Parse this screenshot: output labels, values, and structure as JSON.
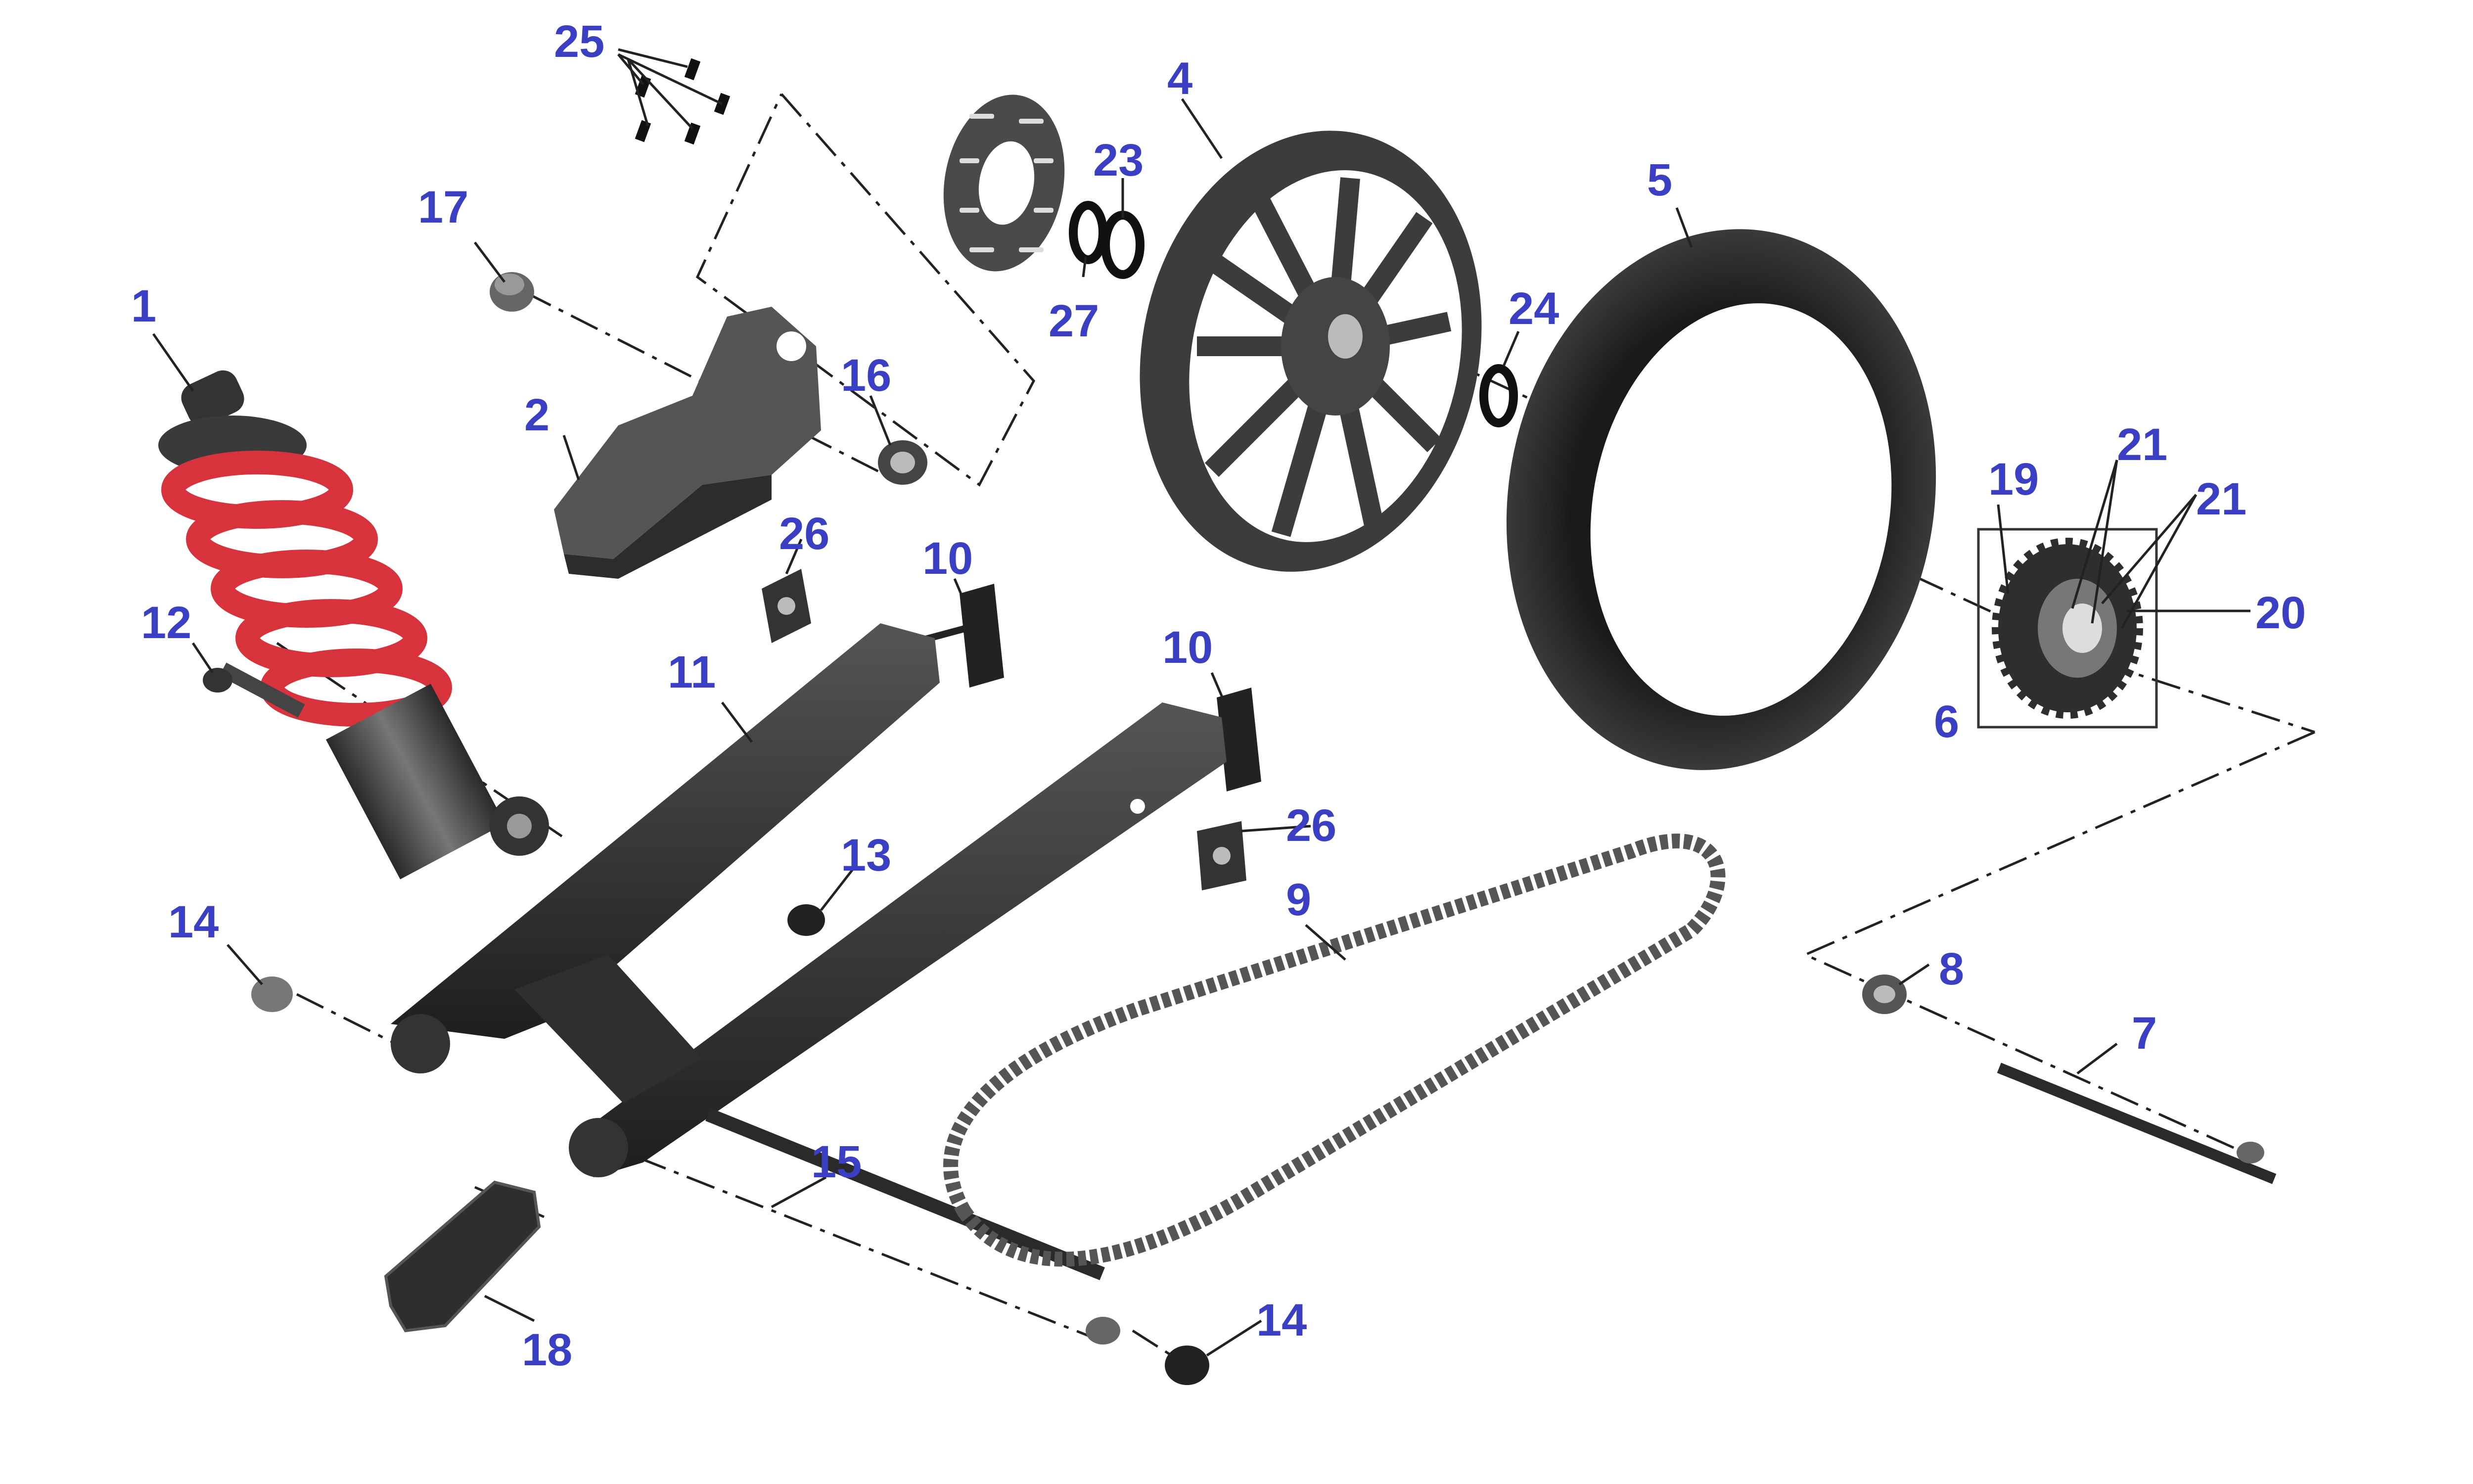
{
  "colors": {
    "callout": "#3b3fc4",
    "part_dark": "#2a2a2a",
    "part_mid": "#4a4a4a",
    "part_light": "#6a6a6a",
    "spring": "#d8323c",
    "leader": "#222222",
    "background": "#ffffff"
  },
  "callouts": [
    {
      "id": "label-1",
      "text": "1"
    },
    {
      "id": "label-2",
      "text": "2"
    },
    {
      "id": "label-4",
      "text": "4"
    },
    {
      "id": "label-5",
      "text": "5"
    },
    {
      "id": "label-6",
      "text": "6"
    },
    {
      "id": "label-7",
      "text": "7"
    },
    {
      "id": "label-8",
      "text": "8"
    },
    {
      "id": "label-9",
      "text": "9"
    },
    {
      "id": "label-10a",
      "text": "10"
    },
    {
      "id": "label-10b",
      "text": "10"
    },
    {
      "id": "label-11",
      "text": "11"
    },
    {
      "id": "label-12",
      "text": "12"
    },
    {
      "id": "label-13",
      "text": "13"
    },
    {
      "id": "label-14a",
      "text": "14"
    },
    {
      "id": "label-14b",
      "text": "14"
    },
    {
      "id": "label-15",
      "text": "15"
    },
    {
      "id": "label-16",
      "text": "16"
    },
    {
      "id": "label-17",
      "text": "17"
    },
    {
      "id": "label-18",
      "text": "18"
    },
    {
      "id": "label-19",
      "text": "19"
    },
    {
      "id": "label-20",
      "text": "20"
    },
    {
      "id": "label-21a",
      "text": "21"
    },
    {
      "id": "label-21b",
      "text": "21"
    },
    {
      "id": "label-23",
      "text": "23"
    },
    {
      "id": "label-24",
      "text": "24"
    },
    {
      "id": "label-25",
      "text": "25"
    },
    {
      "id": "label-26a",
      "text": "26"
    },
    {
      "id": "label-26b",
      "text": "26"
    },
    {
      "id": "label-27",
      "text": "27"
    }
  ]
}
